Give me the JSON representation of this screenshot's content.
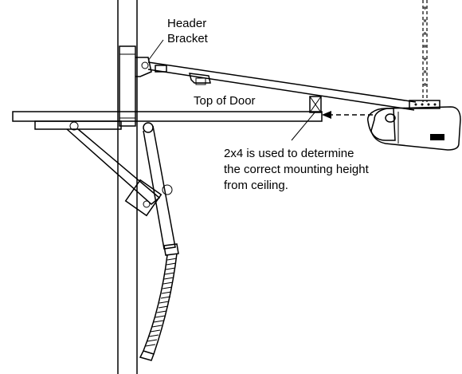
{
  "labels": {
    "header_bracket_line1": "Header",
    "header_bracket_line2": "Bracket",
    "top_of_door": "Top of Door",
    "note_line1": "2x4 is used to determine",
    "note_line2": "the correct mounting height",
    "note_line3": "from ceiling."
  },
  "colors": {
    "ink": "#000000",
    "background": "#ffffff",
    "opener_body": "#f2f2f2"
  }
}
